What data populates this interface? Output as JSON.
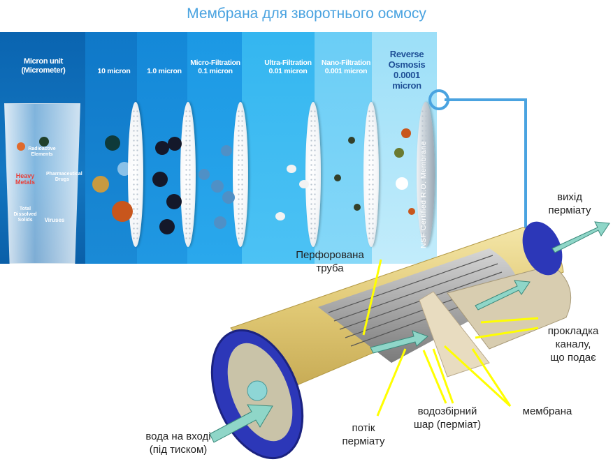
{
  "title": "Мембрана для зворотнього осмосу",
  "scale": {
    "unit_header": "Micron unit\n(Micrometer)",
    "columns": [
      {
        "label": "10 micron"
      },
      {
        "label": "1.0 micron"
      },
      {
        "label": "Micro-Filtration\n0.1 micron"
      },
      {
        "label": "Ultra-Filtration\n0.01 micron"
      },
      {
        "label": "Nano-Filtration\n0.001 micron"
      },
      {
        "label": "Reverse\nOsmosis\n0.0001\nmicron"
      }
    ],
    "glass_labels": {
      "radioactive": "Radioactive\nElements",
      "heavy_metals": "Heavy\nMetals",
      "pharma": "Pharmaceutical\nDrugs",
      "tds": "Total\nDissolved\nSolids",
      "viruses": "Viruses"
    },
    "membrane_text": "NSF Certified R.O. Membrane"
  },
  "labels": {
    "permeate_out": "вихід\nперміату",
    "perforated_tube": "Перфорована\nтруба",
    "feed_spacer": "прокладка\nканалу,\nщо подає",
    "membrane": "мембрана",
    "collector": "водозбірний\nшар (перміат)",
    "permeate_flow": "потік\nперміату",
    "feed_water": "вода на вході\n(під тиском)"
  },
  "colors": {
    "accent": "#4aa3e0",
    "membrane_yellow": "#e6d288",
    "end_cap": "#2c37b8",
    "arrow_yellow": "#ffff00",
    "arrow_teal": "#8fd6c8"
  }
}
